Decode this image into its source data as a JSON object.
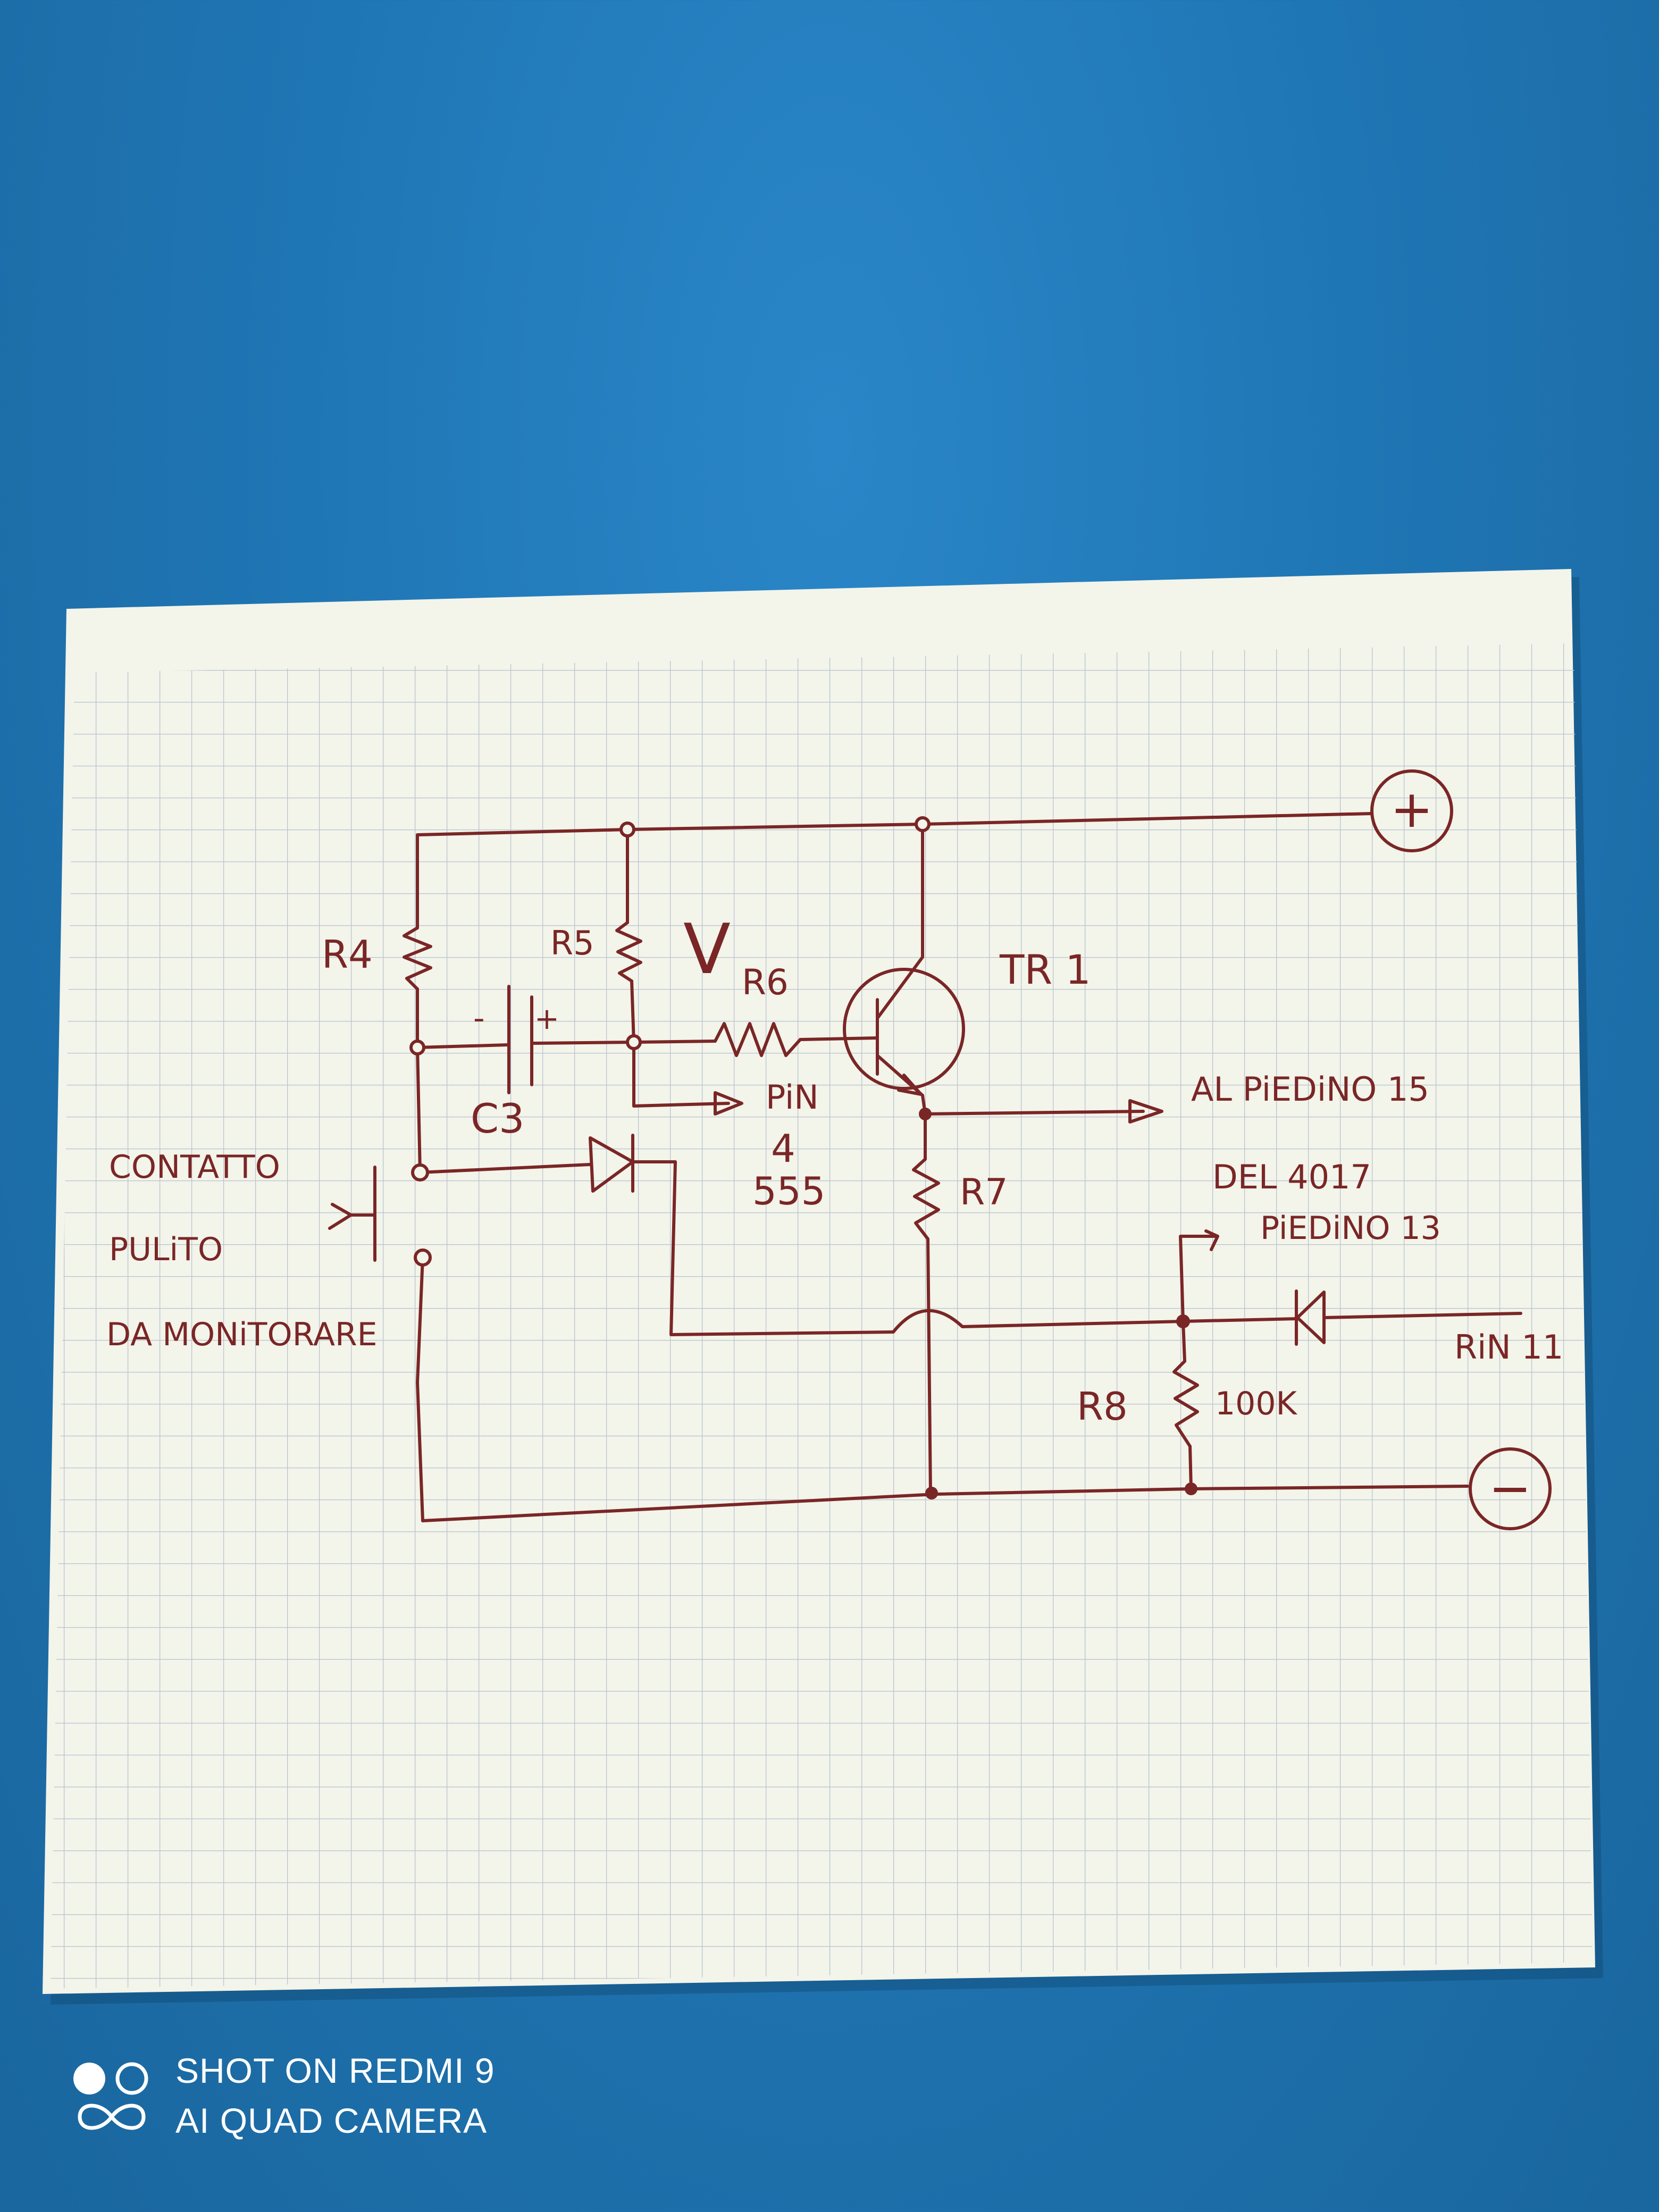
{
  "schematic": {
    "labels": {
      "plus_terminal": "+",
      "minus_terminal": "−",
      "r4": "R4",
      "r5": "R5",
      "r6": "R6",
      "r7": "R7",
      "r8": "R8",
      "r8_value": "100K",
      "c3": "C3",
      "c3_minus": "-",
      "c3_plus": "+",
      "tr1": "TR 1",
      "v_mark": "V",
      "pin4_line1": "PiN",
      "pin4_line2": "4",
      "pin4_line3": "555",
      "al_piedino": "AL  PiEDiNO    15",
      "del_4017": "DEL  4017",
      "piedino_13": "PiEDiNO  13",
      "pin_11": "RiN  11",
      "contact_line1": "CONTATTO",
      "contact_line2": "PULiTO",
      "contact_line3": "DA  MONiTORARE"
    }
  },
  "watermark": {
    "line1": "SHOT ON REDMI 9",
    "line2": "AI QUAD CAMERA"
  },
  "colors": {
    "background": "#1f76b4",
    "paper": "#f3f4ea",
    "grid": "#b7c2cf",
    "ink": "#7a2626"
  }
}
